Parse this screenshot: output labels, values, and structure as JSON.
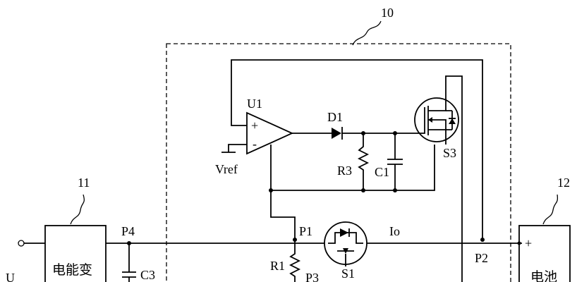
{
  "labels": {
    "module_10": "10",
    "module_11": "11",
    "module_12": "12",
    "u1": "U1",
    "d1": "D1",
    "s3": "S3",
    "r3": "R3",
    "c1": "C1",
    "vref": "Vref",
    "plus": "+",
    "minus": "-",
    "p1": "P1",
    "p2": "P2",
    "p3": "P3",
    "p4": "P4",
    "s1": "S1",
    "io": "Io",
    "r1": "R1",
    "c3": "C3",
    "u_in": "U",
    "converter": "电能变",
    "battery": "电池",
    "battery_plus": "+"
  },
  "icons": [
    "opamp-symbol",
    "diode-symbol",
    "mosfet-symbol",
    "resistor-symbol",
    "capacitor-symbol",
    "ground-symbol"
  ]
}
